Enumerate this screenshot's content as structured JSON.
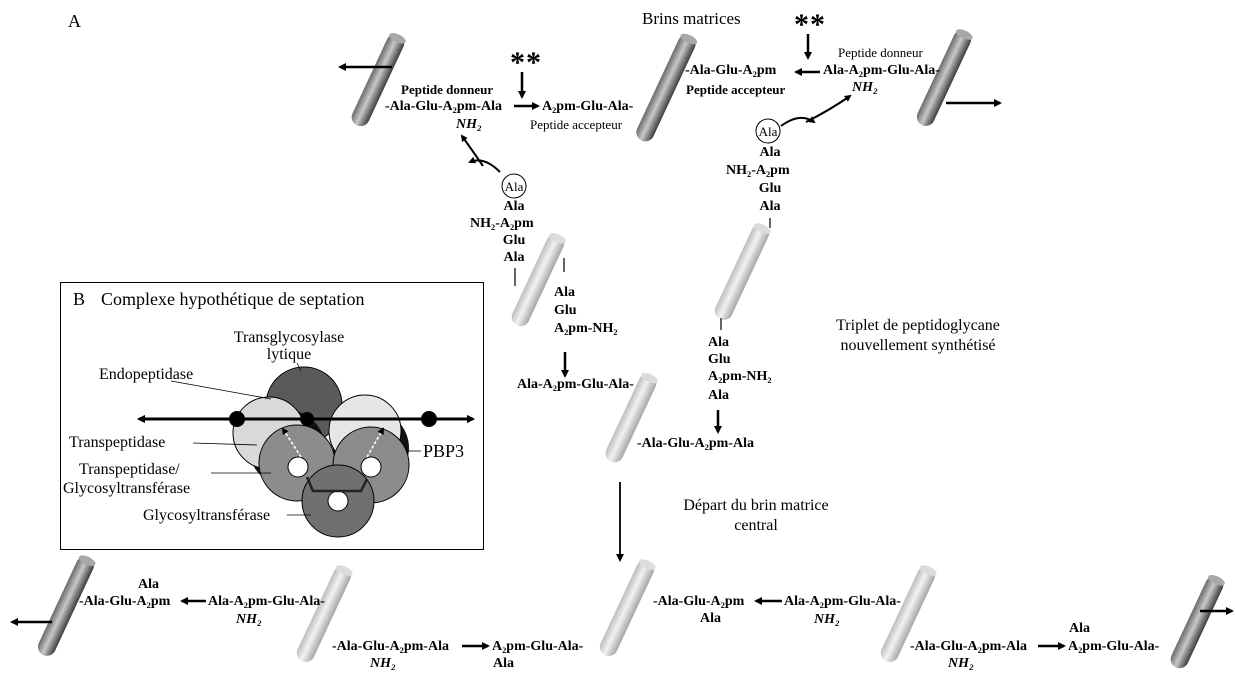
{
  "panel_a": {
    "letter": "A",
    "title": "Brins matrices",
    "stars_left": "**",
    "stars_right": "**",
    "top": {
      "donor_left_title": "Peptide donneur",
      "donor_left_chain": "-Ala-Glu-A₂pm-Ala",
      "donor_left_nh2": "NH₂",
      "acceptor_left_chain": "A₂pm-Glu-Ala-",
      "acceptor_left_title": "Peptide accepteur",
      "acceptor_right_chain": "-Ala-Glu-A₂pm",
      "acceptor_right_title": "Peptide accepteur",
      "donor_right_title": "Peptide donneur",
      "donor_right_chain": "Ala-A₂pm-Glu-Ala-",
      "donor_right_nh2": "NH₂"
    },
    "left_stem": {
      "ala_circle": "Ala",
      "l1": "Ala",
      "l2": "NH₂-A₂pm",
      "l3": "Glu",
      "l4": "Ala"
    },
    "right_stem": {
      "ala_circle": "Ala",
      "l1": "Ala",
      "l2": "NH₂-A₂pm",
      "l3": "Glu",
      "l4": "Ala"
    },
    "middle": {
      "left_lines": [
        "Ala",
        "Glu",
        "A₂pm-NH₂"
      ],
      "left_chain": "Ala-A₂pm-Glu-Ala-",
      "right_lines": [
        "Ala",
        "Glu",
        "A₂pm-NH₂",
        "Ala"
      ],
      "right_chain": "-Ala-Glu-A₂pm-Ala"
    },
    "triplet_l1": "Triplet de peptidoglycane",
    "triplet_l2": "nouvellement synthétisé",
    "depart_l1": "Départ du brin matrice",
    "depart_l2": "central",
    "bottom": {
      "c1_ala": "Ala",
      "c1_chain": "-Ala-Glu-A₂pm",
      "c2_chain": "Ala-A₂pm-Glu-Ala-",
      "c2_nh2": "NH₂",
      "c3_chain": "-Ala-Glu-A₂pm-Ala",
      "c3_nh2": "NH₂",
      "c4_chain": "A₂pm-Glu-Ala-",
      "c4_ala": "Ala",
      "c5_chain": "-Ala-Glu-A₂pm",
      "c5_ala": "Ala",
      "c6_chain": "Ala-A₂pm-Glu-Ala-",
      "c6_nh2": "NH₂",
      "c7_chain": "-Ala-Glu-A₂pm-Ala",
      "c7_nh2": "NH₂",
      "c8_ala": "Ala",
      "c8_chain": "A₂pm-Glu-Ala-"
    }
  },
  "panel_b": {
    "letter": "B",
    "title": "Complexe hypothétique de septation",
    "labels": {
      "transglycosylase_l1": "Transglycosylase",
      "transglycosylase_l2": "lytique",
      "endopeptidase": "Endopeptidase",
      "transpeptidase": "Transpeptidase",
      "tp_gt_l1": "Transpeptidase/",
      "tp_gt_l2": "Glycosyltransférase",
      "glycosyltransferase": "Glycosyltransférase",
      "pbp3": "PBP3"
    }
  }
}
